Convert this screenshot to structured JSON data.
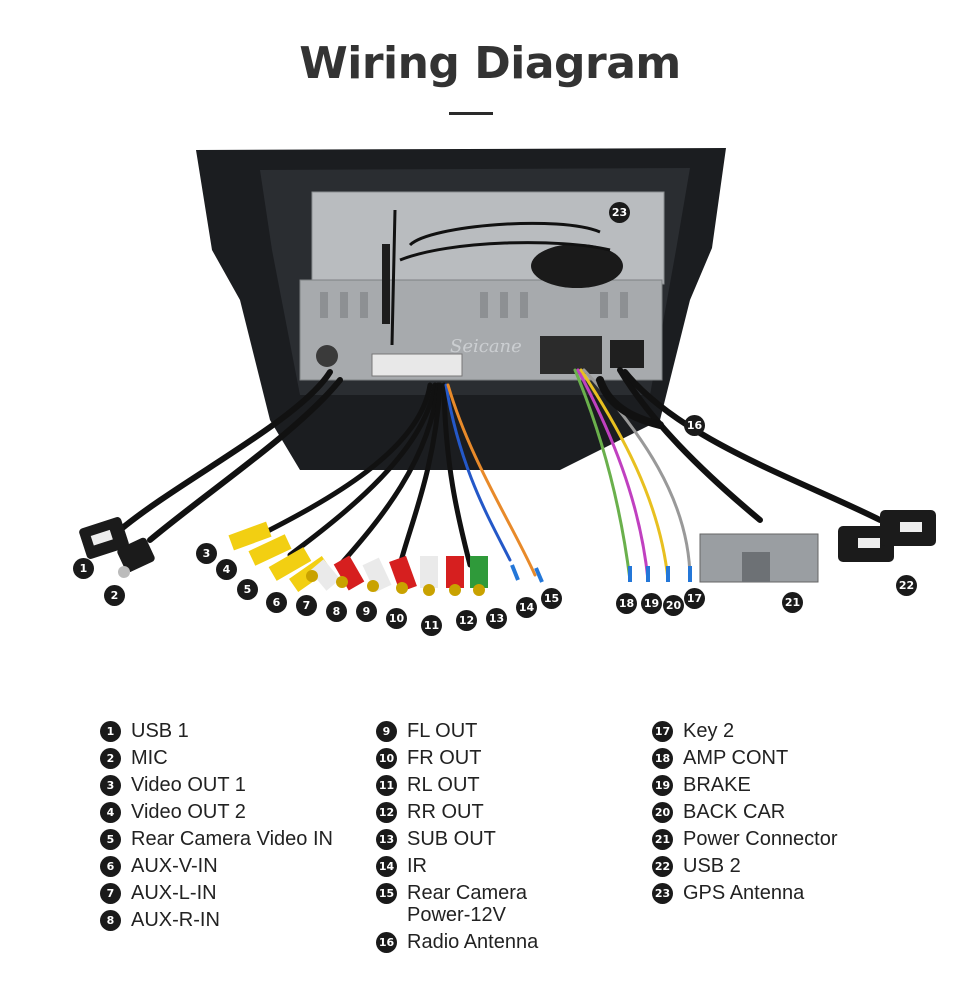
{
  "title": "Wiring Diagram",
  "brand_watermark": "Seicane",
  "callouts": [
    {
      "n": "1"
    },
    {
      "n": "2"
    },
    {
      "n": "3"
    },
    {
      "n": "4"
    },
    {
      "n": "5"
    },
    {
      "n": "6"
    },
    {
      "n": "7"
    },
    {
      "n": "8"
    },
    {
      "n": "9"
    },
    {
      "n": "10"
    },
    {
      "n": "11"
    },
    {
      "n": "12"
    },
    {
      "n": "13"
    },
    {
      "n": "14"
    },
    {
      "n": "15"
    },
    {
      "n": "16"
    },
    {
      "n": "17"
    },
    {
      "n": "18"
    },
    {
      "n": "19"
    },
    {
      "n": "20"
    },
    {
      "n": "21"
    },
    {
      "n": "22"
    },
    {
      "n": "23"
    }
  ],
  "legend": {
    "col1": [
      {
        "n": "1",
        "label": "USB 1"
      },
      {
        "n": "2",
        "label": "MIC"
      },
      {
        "n": "3",
        "label": "Video OUT 1"
      },
      {
        "n": "4",
        "label": "Video OUT 2"
      },
      {
        "n": "5",
        "label": "Rear Camera Video IN"
      },
      {
        "n": "6",
        "label": "AUX-V-IN"
      },
      {
        "n": "7",
        "label": "AUX-L-IN"
      },
      {
        "n": "8",
        "label": "AUX-R-IN"
      }
    ],
    "col2": [
      {
        "n": "9",
        "label": "FL OUT"
      },
      {
        "n": "10",
        "label": "FR OUT"
      },
      {
        "n": "11",
        "label": "RL OUT"
      },
      {
        "n": "12",
        "label": "RR OUT"
      },
      {
        "n": "13",
        "label": "SUB OUT"
      },
      {
        "n": "14",
        "label": "IR"
      },
      {
        "n": "15",
        "label": "Rear Camera\nPower-12V"
      },
      {
        "n": "16",
        "label": "Radio Antenna"
      }
    ],
    "col3": [
      {
        "n": "17",
        "label": "Key 2"
      },
      {
        "n": "18",
        "label": "AMP CONT"
      },
      {
        "n": "19",
        "label": "BRAKE"
      },
      {
        "n": "20",
        "label": "BACK CAR"
      },
      {
        "n": "21",
        "label": "Power Connector"
      },
      {
        "n": "22",
        "label": "USB 2"
      },
      {
        "n": "23",
        "label": "GPS Antenna"
      }
    ]
  }
}
